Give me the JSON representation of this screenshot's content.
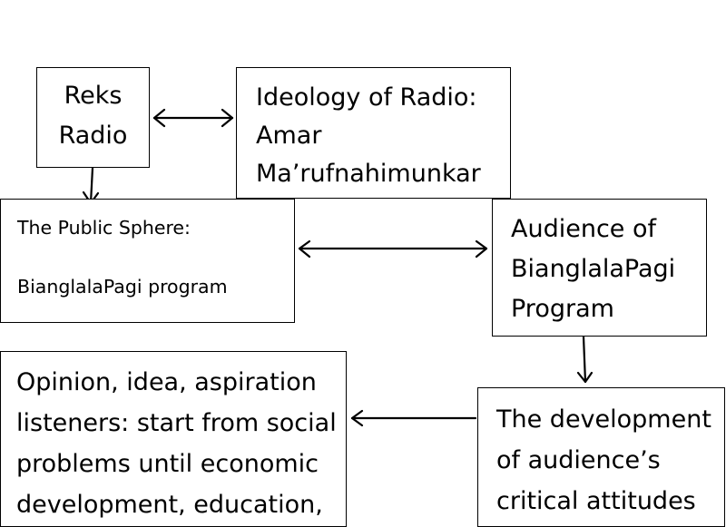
{
  "diagram": {
    "reks_radio": {
      "lines": [
        "Reks",
        "Radio"
      ]
    },
    "ideology": {
      "lines": [
        "Ideology of Radio:",
        "Amar",
        "Ma’rufnahimunkar"
      ]
    },
    "public_sphere": {
      "lines": [
        "The Public Sphere:",
        "BianglalaPagi program"
      ]
    },
    "audience": {
      "lines": [
        "Audience of",
        "BianglalaPagi",
        "Program"
      ]
    },
    "opinion": {
      "lines": [
        "Opinion, idea, aspiration",
        "listeners: start from social",
        "problems until economic",
        "development, education,"
      ]
    },
    "development": {
      "lines": [
        "The development",
        "of audience’s",
        "critical attitudes"
      ]
    }
  }
}
